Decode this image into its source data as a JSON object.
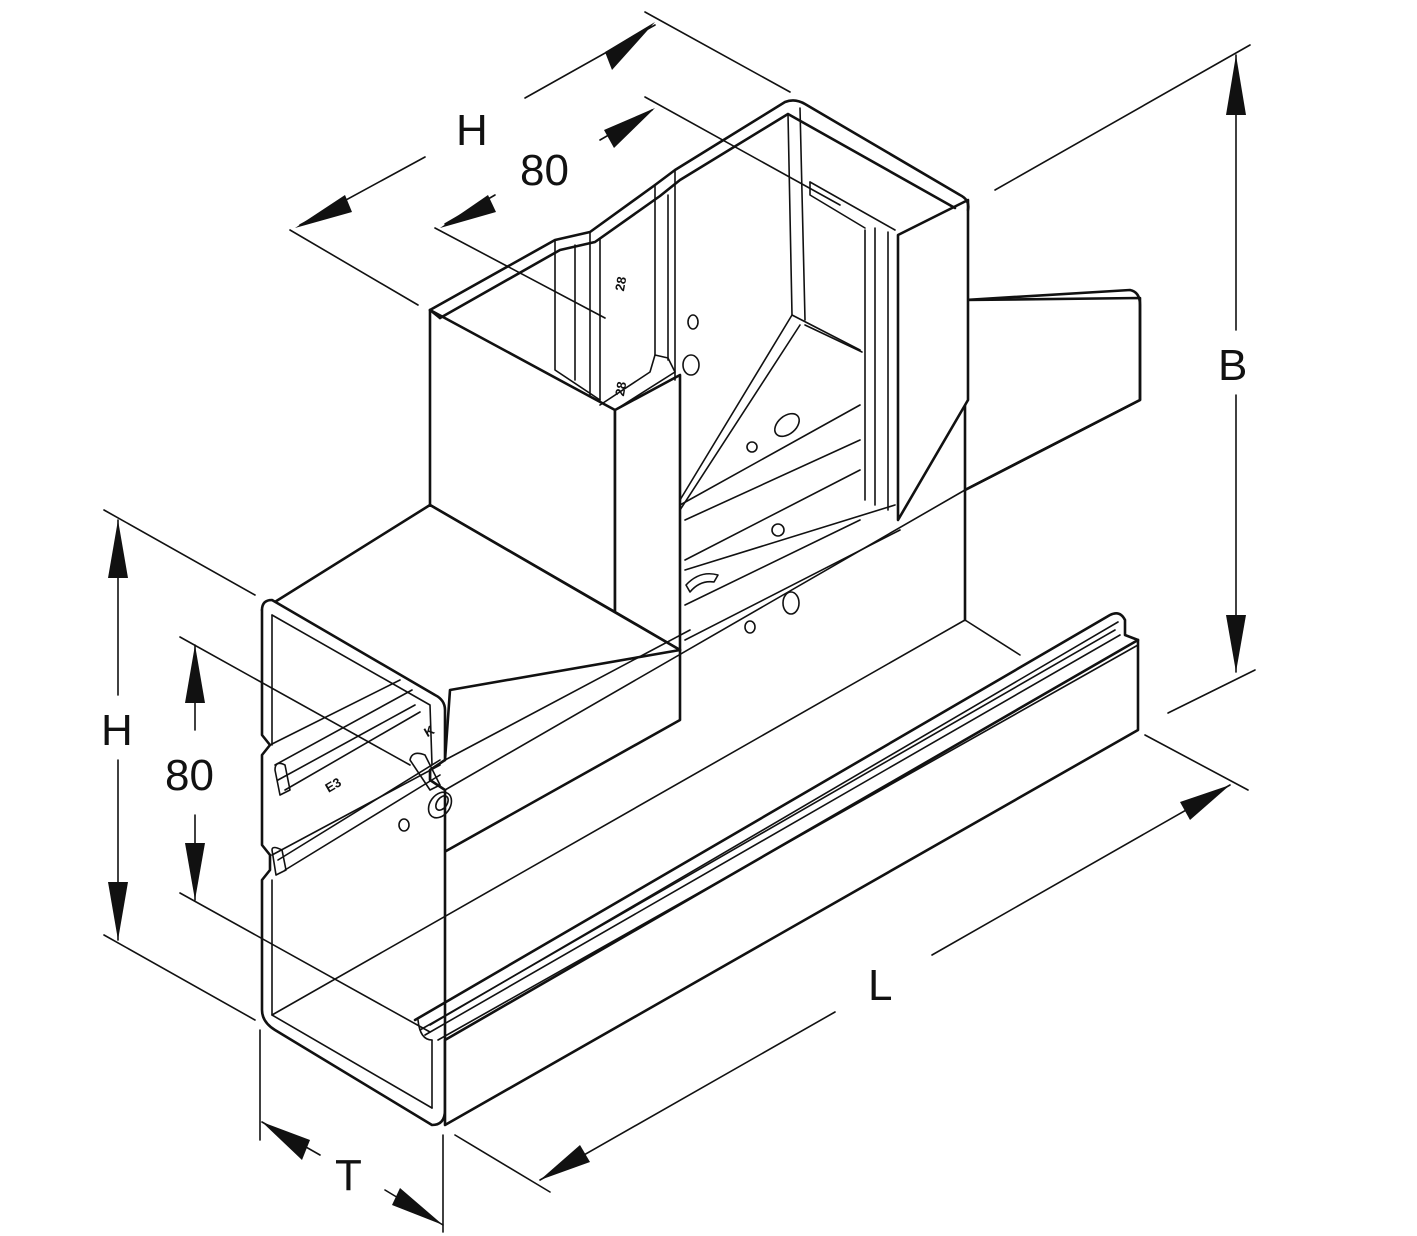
{
  "labels": {
    "branch_height": "H",
    "branch_inner": "80",
    "main_height": "H",
    "main_inner": "80",
    "overall_height": "B",
    "length": "L",
    "depth": "T"
  },
  "embossed_marks": {
    "mark_1": "28",
    "mark_2": "28",
    "mark_3": "K",
    "mark_4": "E3"
  }
}
